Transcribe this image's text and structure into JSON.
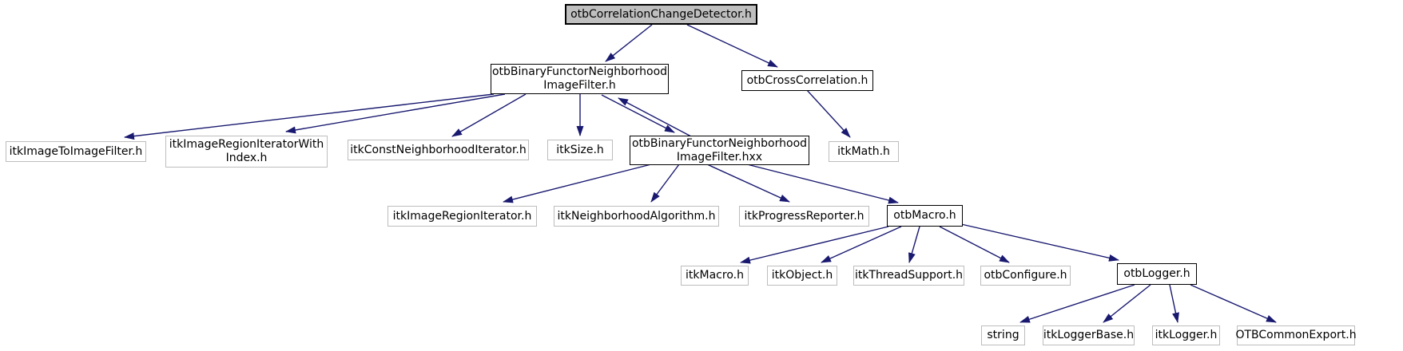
{
  "diagram": {
    "type": "include-dependency-graph",
    "colors": {
      "edge": "#191970",
      "root_fill": "#bfbfbf",
      "key_border": "#000000",
      "plain_border": "#bdbdbd",
      "background": "#ffffff",
      "text": "#000000"
    },
    "nodes": {
      "root": {
        "label": "otbCorrelationChangeDetector.h"
      },
      "binary_functor_h": {
        "lines": [
          "otbBinaryFunctorNeighborhood",
          "ImageFilter.h"
        ]
      },
      "cross_correlation": {
        "label": "otbCrossCorrelation.h"
      },
      "itk_image_to_image_filter": {
        "label": "itkImageToImageFilter.h"
      },
      "itk_image_region_iterator_with_index": {
        "lines": [
          "itkImageRegionIteratorWith",
          "Index.h"
        ]
      },
      "itk_const_neighborhood_iterator": {
        "label": "itkConstNeighborhoodIterator.h"
      },
      "itk_size": {
        "label": "itkSize.h"
      },
      "binary_functor_hxx": {
        "lines": [
          "otbBinaryFunctorNeighborhood",
          "ImageFilter.hxx"
        ]
      },
      "itk_math": {
        "label": "itkMath.h"
      },
      "itk_image_region_iterator": {
        "label": "itkImageRegionIterator.h"
      },
      "itk_neighborhood_algorithm": {
        "label": "itkNeighborhoodAlgorithm.h"
      },
      "itk_progress_reporter": {
        "label": "itkProgressReporter.h"
      },
      "otb_macro": {
        "label": "otbMacro.h"
      },
      "itk_macro": {
        "label": "itkMacro.h"
      },
      "itk_object": {
        "label": "itkObject.h"
      },
      "itk_thread_support": {
        "label": "itkThreadSupport.h"
      },
      "otb_configure": {
        "label": "otbConfigure.h"
      },
      "otb_logger": {
        "label": "otbLogger.h"
      },
      "string": {
        "label": "string"
      },
      "itk_logger_base": {
        "label": "itkLoggerBase.h"
      },
      "itk_logger": {
        "label": "itkLogger.h"
      },
      "otb_common_export": {
        "label": "OTBCommonExport.h"
      }
    },
    "edges": [
      {
        "from": "root",
        "to": "binary_functor_h"
      },
      {
        "from": "root",
        "to": "cross_correlation"
      },
      {
        "from": "binary_functor_h",
        "to": "itk_image_to_image_filter"
      },
      {
        "from": "binary_functor_h",
        "to": "itk_image_region_iterator_with_index"
      },
      {
        "from": "binary_functor_h",
        "to": "itk_const_neighborhood_iterator"
      },
      {
        "from": "binary_functor_h",
        "to": "itk_size"
      },
      {
        "from": "binary_functor_h",
        "to": "binary_functor_hxx"
      },
      {
        "from": "binary_functor_hxx",
        "to": "binary_functor_h"
      },
      {
        "from": "cross_correlation",
        "to": "itk_math"
      },
      {
        "from": "binary_functor_hxx",
        "to": "itk_image_region_iterator"
      },
      {
        "from": "binary_functor_hxx",
        "to": "itk_neighborhood_algorithm"
      },
      {
        "from": "binary_functor_hxx",
        "to": "itk_progress_reporter"
      },
      {
        "from": "binary_functor_hxx",
        "to": "otb_macro"
      },
      {
        "from": "otb_macro",
        "to": "itk_macro"
      },
      {
        "from": "otb_macro",
        "to": "itk_object"
      },
      {
        "from": "otb_macro",
        "to": "itk_thread_support"
      },
      {
        "from": "otb_macro",
        "to": "otb_configure"
      },
      {
        "from": "otb_macro",
        "to": "otb_logger"
      },
      {
        "from": "otb_logger",
        "to": "string"
      },
      {
        "from": "otb_logger",
        "to": "itk_logger_base"
      },
      {
        "from": "otb_logger",
        "to": "itk_logger"
      },
      {
        "from": "otb_logger",
        "to": "otb_common_export"
      }
    ]
  }
}
